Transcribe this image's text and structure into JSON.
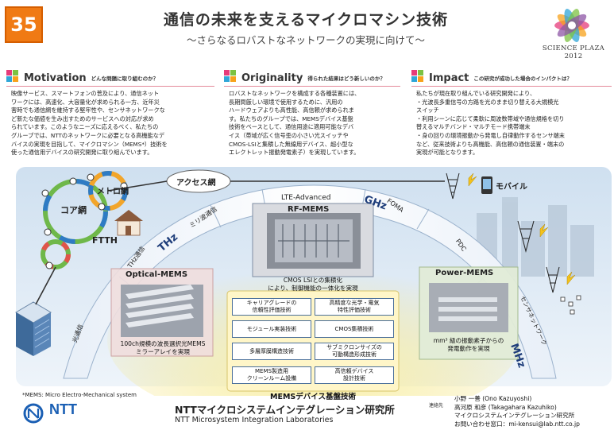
{
  "header": {
    "number": "35",
    "title": "通信の未来を支えるマイクロマシン技術",
    "subtitle": "〜さらなるロバストなネットワークの実現に向けて〜",
    "event": "SCIENCE PLAZA 2012"
  },
  "sections": {
    "motivation": {
      "title": "Motivation",
      "question": "どんな問題に取り組むのか？",
      "lines": [
        "映像サービス、スマートフォンの普及により、通信ネット",
        "ワークには、高速化、大容量化が求められる一方、近年災",
        "害時でも通信網を維持する堅牢性や、センサネットワークな",
        "ど新たな価値を生み出すためのサービスへの対応が求め",
        "られています。このようなニーズに応えるべく、私たちの",
        "グループでは、NTTのネットワークに必要となる高機能なデ",
        "バイスの実現を目指して、マイクロマシン（MEMS*）技術を",
        "使った通信用デバイスの研究開発に取り組んでいます。"
      ]
    },
    "originality": {
      "title": "Originality",
      "question": "得られた結果はどう新しいのか？",
      "lines": [
        "ロバストなネットワークを構成する各種装置には、",
        "長期間厳しい環境で使用するために、汎用の",
        "ハードウェアよりも高性能、高信頼が求められま",
        "す。私たちのグループでは、MEMSデバイス基盤",
        "技術をベースとして、通信用途に適用可能なデバ",
        "イス（帯域が広く信号歪の小さい光スイッチや",
        "CMOS-LSIと集積した無線用デバイス、超小型な",
        "エレクトレット振動発電素子）を実現しています。"
      ]
    },
    "impact": {
      "title": "Impact",
      "question": "この研究が成功した場合のインパクトは？",
      "lines": [
        "私たちが現在取り組んでいる研究開発により、",
        "・光波長多重信号の方路を光のまま切り替える大規模光",
        "  スイッチ",
        "・利用シーンに応じて柔軟に周波数帯域や通信規格を切り",
        "  替えるマルチバンド・マルチモード携帯端末",
        "・身の回りの環境振動から発電し自律動作するセンサ端末",
        "など、従来技術よりも高機能、高信頼の通信装置・端末の",
        "実現が可能となります。"
      ]
    }
  },
  "diagram": {
    "network": {
      "core": "コア網",
      "metro": "メトロ網",
      "access": "アクセス網",
      "ftth": "FTTH",
      "mobile": "モバイル",
      "mmwave": "ミリ波通信",
      "lte": "LTE-Advanced",
      "foma": "FOMA",
      "pdc": "PDC",
      "thz_comm": "THz通信",
      "optical_comm": "光通信",
      "sensor_net": "センサネットワーク"
    },
    "bands": {
      "thz": "THz",
      "ghz": "GHz",
      "mhz": "MHz"
    },
    "panels": {
      "rf": {
        "title": "RF-MEMS",
        "caption_1": "CMOS LSIとの集積化",
        "caption_2": "により、制御機能の一体化を実現"
      },
      "optical": {
        "title": "Optical-MEMS",
        "caption_1": "100ch規模の波長選択光MEMS",
        "caption_2": "ミラーアレイを実現"
      },
      "power": {
        "title": "Power-MEMS",
        "caption_1": "mm³ 級の振動素子からの",
        "caption_2": "発電動作を実現"
      }
    },
    "technologies": [
      [
        "キャリアグレードの",
        "信頼性評価技術"
      ],
      [
        "高精度な光学・電気",
        "特性評価技術"
      ],
      [
        "モジュール実装技術",
        ""
      ],
      [
        "CMOS集積技術",
        ""
      ],
      [
        "多層厚膜構造技術",
        ""
      ],
      [
        "サブミクロンサイズの",
        "可動構造形成技術"
      ],
      [
        "MEMS製造用",
        "クリーンルーム設備"
      ],
      [
        "高信頼デバイス",
        "設計技術"
      ]
    ],
    "foundation": "MEMSデバイス基盤技術"
  },
  "footer": {
    "footnote": "*MEMS: Micro Electro-Mechanical system",
    "company": "NTT",
    "lab_jp": "NTTマイクロシステムインテグレーション研究所",
    "lab_en": "NTT Microsystem Integration Laboratories",
    "contact_tag": "連絡先",
    "contact_1": "小野 一善 (Ono Kazuyoshi)",
    "contact_2": "高河原 和彦 (Takagahara Kazuhiko)",
    "contact_3": "マイクロシステムインテグレーション研究所",
    "contact_4": "お問い合わせ窓口：mi-kensui@lab.ntt.co.jp"
  },
  "colors": {
    "accent_orange": "#f07a14",
    "rule_pink": "#e48a9a",
    "panel_blue": "#4a6f9a",
    "band_yellow": "#f2e27a"
  }
}
